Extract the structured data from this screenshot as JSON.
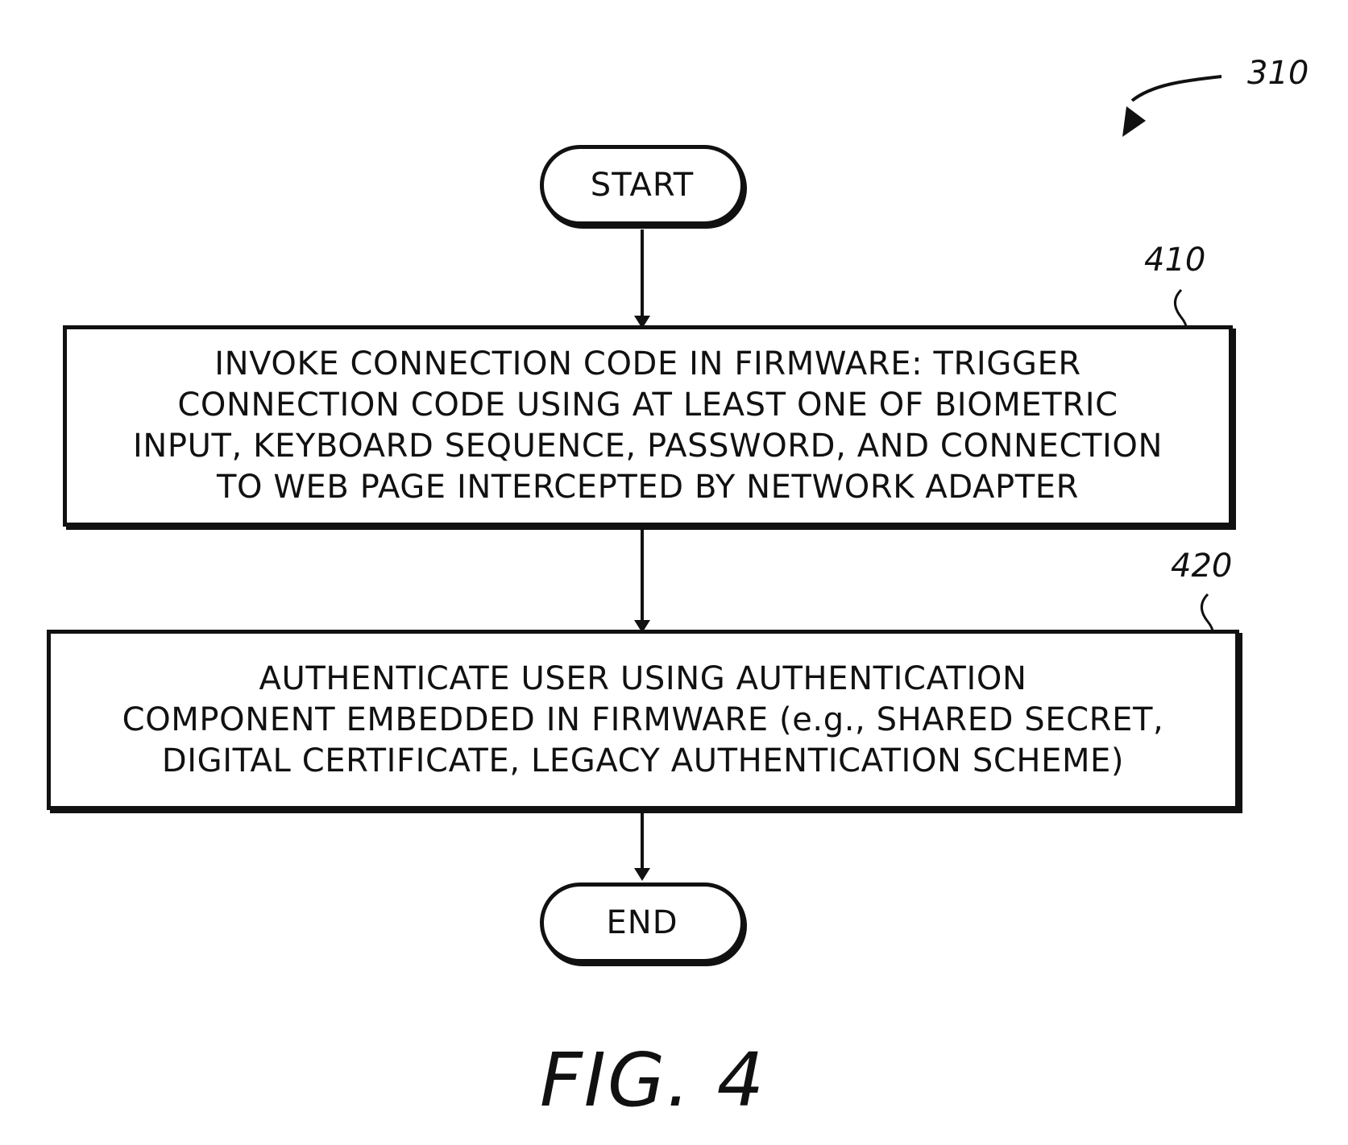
{
  "figure": {
    "reference": "310",
    "caption": "FIG. 4"
  },
  "nodes": {
    "start": {
      "label": "START"
    },
    "step1": {
      "reference": "410",
      "lines": [
        "INVOKE CONNECTION CODE IN FIRMWARE: TRIGGER",
        "CONNECTION CODE USING AT LEAST ONE OF BIOMETRIC",
        "INPUT, KEYBOARD SEQUENCE, PASSWORD, AND CONNECTION",
        "TO WEB PAGE INTERCEPTED BY NETWORK ADAPTER"
      ]
    },
    "step2": {
      "reference": "420",
      "lines": [
        "AUTHENTICATE USER USING AUTHENTICATION",
        "COMPONENT EMBEDDED IN FIRMWARE (e.g., SHARED SECRET,",
        "DIGITAL CERTIFICATE, LEGACY AUTHENTICATION SCHEME)"
      ]
    },
    "end": {
      "label": "END"
    }
  }
}
